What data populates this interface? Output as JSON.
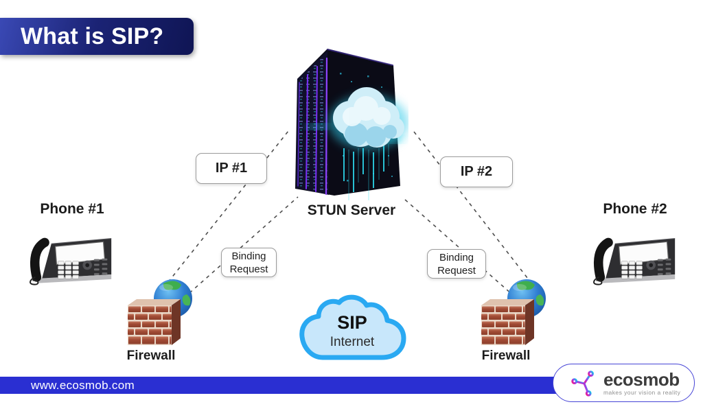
{
  "header": {
    "title": "What is SIP?"
  },
  "diagram": {
    "stun_server": {
      "label": "STUN Server"
    },
    "phone1": {
      "label": "Phone #1"
    },
    "phone2": {
      "label": "Phone #2"
    },
    "firewall1": {
      "label": "Firewall"
    },
    "firewall2": {
      "label": "Firewall"
    },
    "ip1": {
      "label": "IP #1"
    },
    "ip2": {
      "label": "IP #2"
    },
    "binding_request1": {
      "line1": "Binding",
      "line2": "Request"
    },
    "binding_request2": {
      "line1": "Binding",
      "line2": "Request"
    },
    "sip_cloud": {
      "title": "SIP",
      "subtitle": "Internet"
    }
  },
  "footer": {
    "url": "www.ecosmob.com"
  },
  "logo": {
    "name": "ecosmob",
    "tagline": "makes your vision a reality"
  },
  "colors": {
    "banner_start": "#3a49b5",
    "banner_end": "#0f1554",
    "footer_bar": "#2a2fd2",
    "cloud_fill": "#c8e7fb",
    "cloud_stroke": "#2aa9f2",
    "dashed_line": "#4d4d4d",
    "brick": "#a04a34",
    "mortar": "#ead8c8"
  }
}
